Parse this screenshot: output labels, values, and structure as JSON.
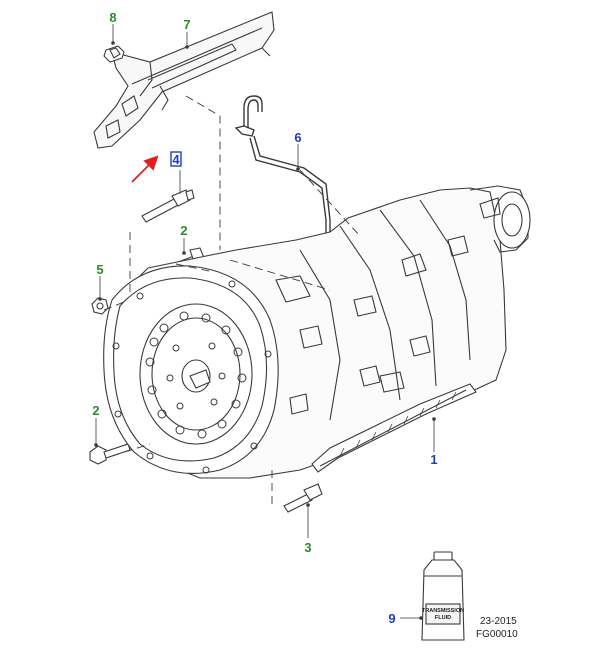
{
  "callouts": [
    {
      "id": "c1",
      "text": "1",
      "color": "#1f3fbf"
    },
    {
      "id": "c2a",
      "text": "2",
      "color": "#2e8b2e"
    },
    {
      "id": "c2b",
      "text": "2",
      "color": "#2e8b2e"
    },
    {
      "id": "c3",
      "text": "3",
      "color": "#2e8b2e"
    },
    {
      "id": "c4",
      "text": "4",
      "color": "#1f3fbf"
    },
    {
      "id": "c5",
      "text": "5",
      "color": "#2e8b2e"
    },
    {
      "id": "c6",
      "text": "6",
      "color": "#1f3fbf"
    },
    {
      "id": "c7",
      "text": "7",
      "color": "#2e8b2e"
    },
    {
      "id": "c8",
      "text": "8",
      "color": "#2e8b2e"
    },
    {
      "id": "c9",
      "text": "9",
      "color": "#1f3fbf"
    }
  ],
  "bottle_label": {
    "line1": "TRANSMISSION",
    "line2": "FLUID"
  },
  "footer": {
    "date_code": "23-2015",
    "figure_code": "FG00010"
  },
  "colors": {
    "line": "#3a3a3a",
    "highlight_box": "#1f3fbf",
    "pointer_arrow": "#e02020"
  }
}
